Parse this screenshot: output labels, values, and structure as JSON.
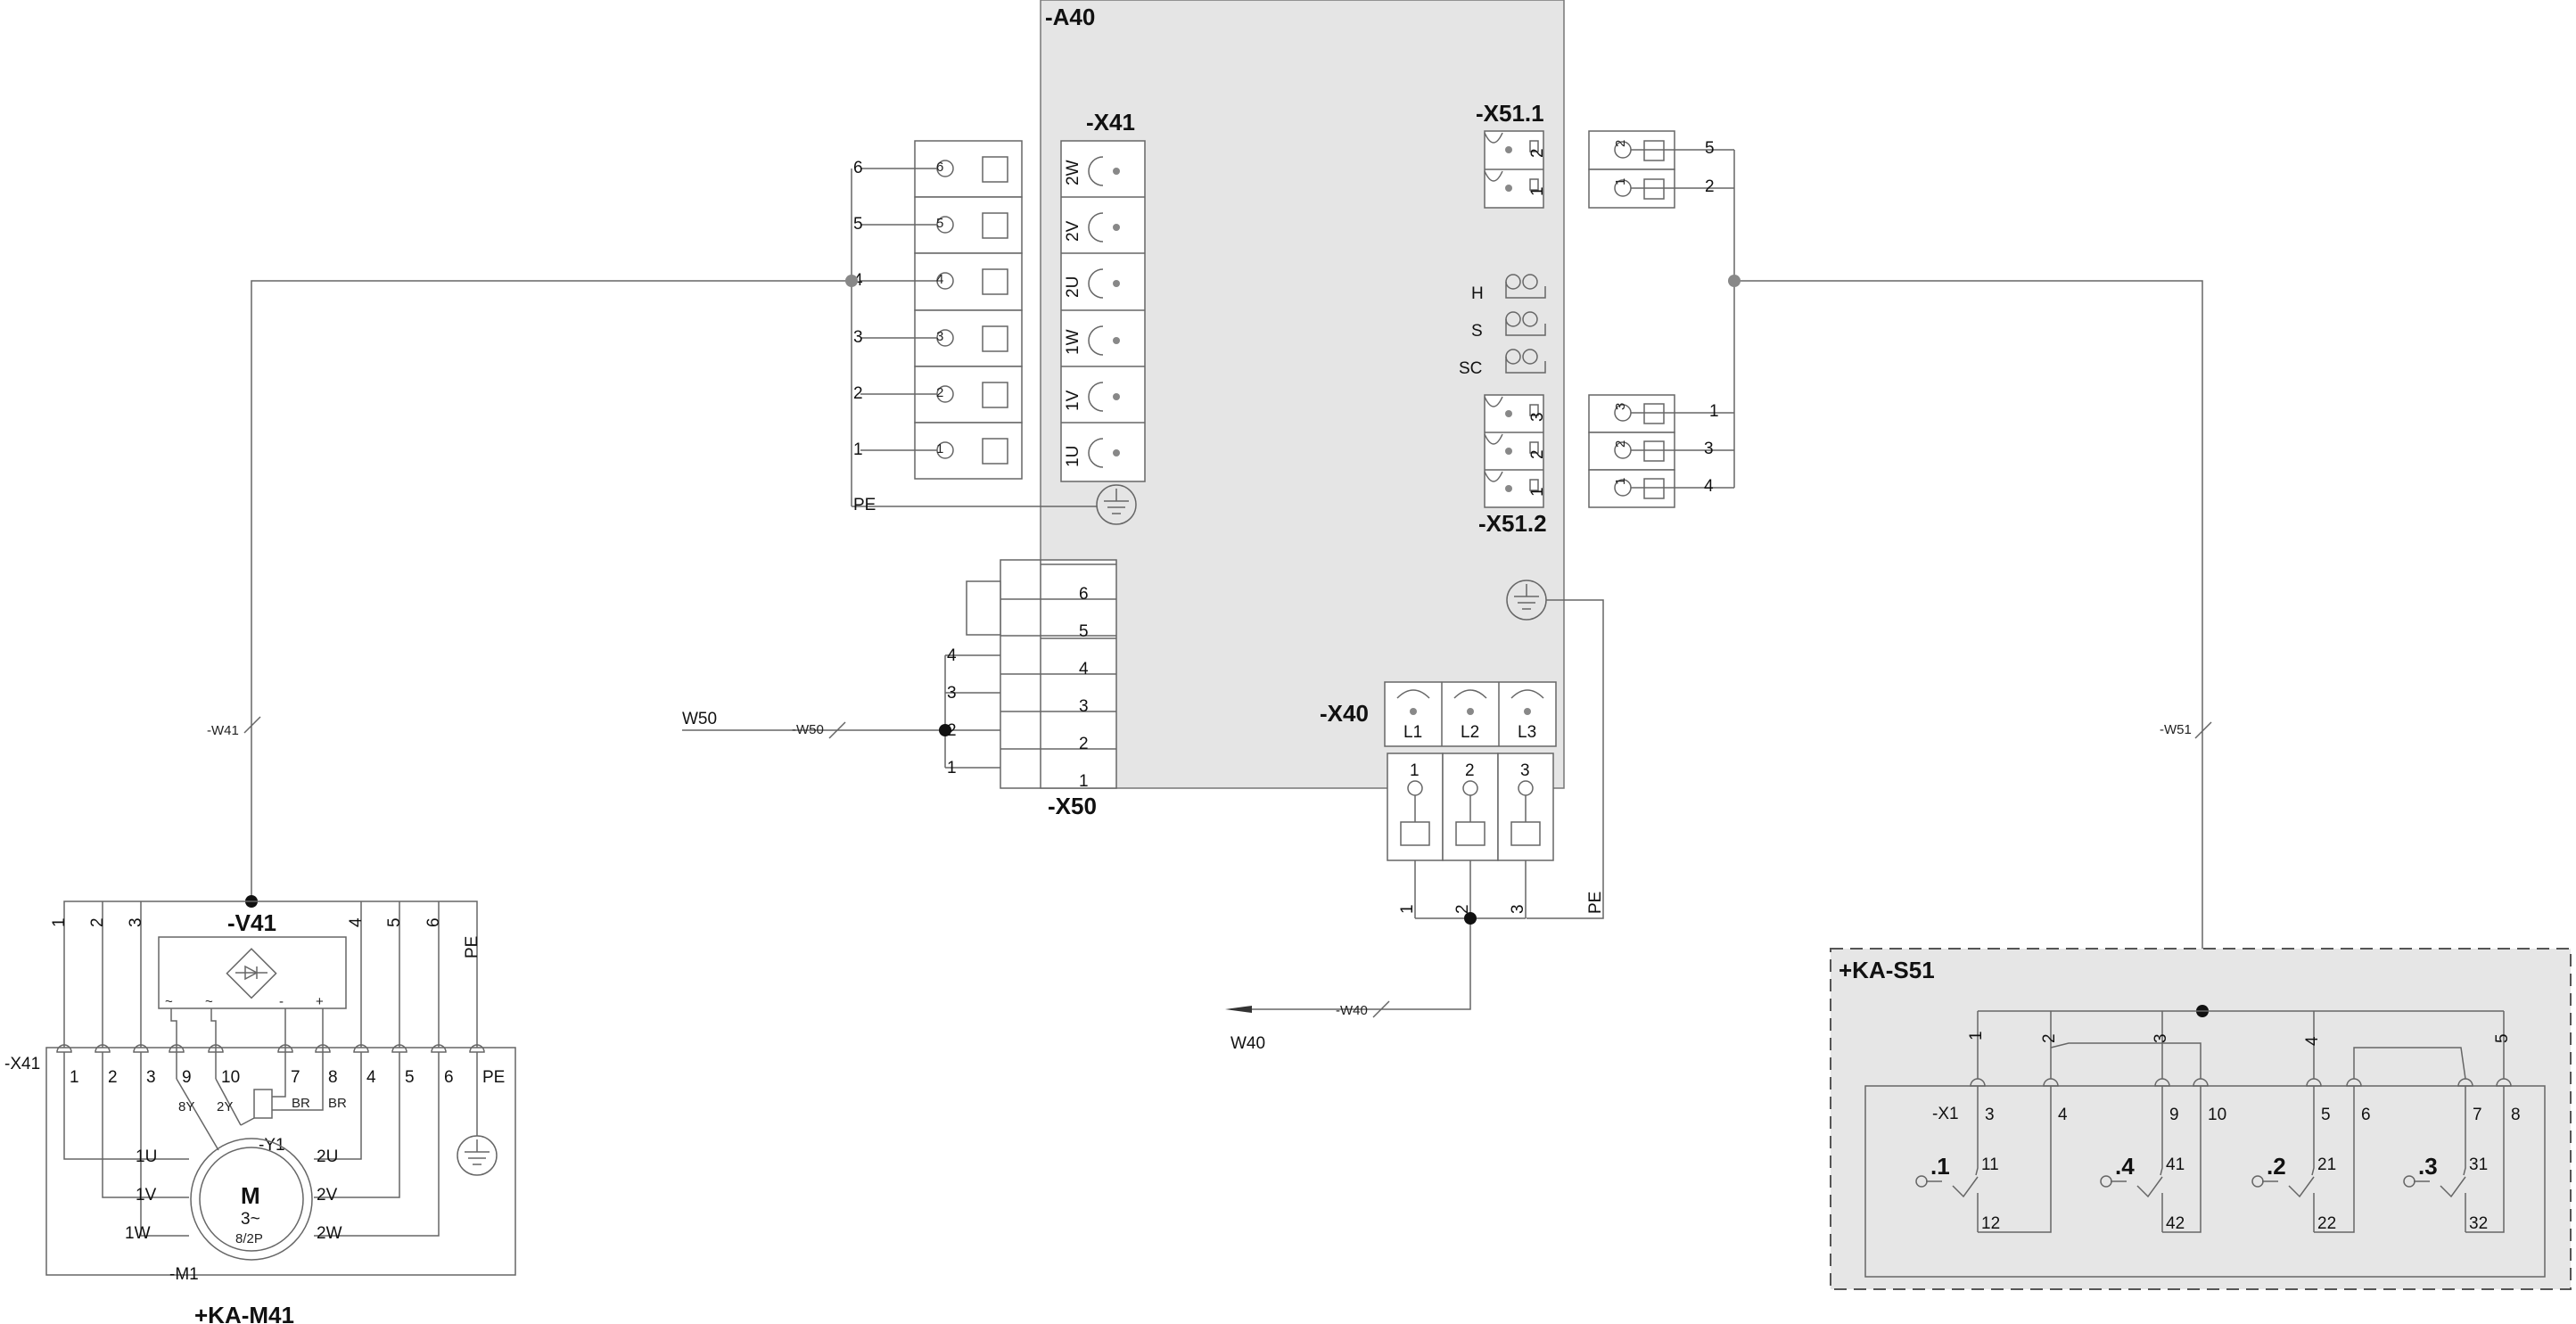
{
  "titles": {
    "a40": "-A40",
    "x41": "-X41",
    "x51_1": "-X51.1",
    "x51_2": "-X51.2",
    "x40": "-X40",
    "x50": "-X50",
    "v41": "-V41",
    "ka_s51": "+KA-S51",
    "ka_m41": "+KA-M41"
  },
  "cables": {
    "w41": "-W41",
    "w50": "W50",
    "w50_tag": "-W50",
    "w51": "-W51",
    "w40": "W40",
    "w40_tag": "-W40"
  },
  "x41_terminal": {
    "inner_labels": [
      "2W",
      "2V",
      "2U",
      "1W",
      "1V",
      "1U"
    ],
    "row_numbers": [
      "6",
      "5",
      "4",
      "3",
      "2",
      "1"
    ],
    "pe": "PE"
  },
  "x51_1": {
    "pins": [
      "2",
      "1"
    ],
    "wires": [
      "5",
      "2"
    ]
  },
  "x51_2": {
    "pins": [
      "3",
      "2",
      "1"
    ],
    "wires": [
      "1",
      "3",
      "4"
    ]
  },
  "leds": [
    "H",
    "S",
    "SC"
  ],
  "x50": {
    "pins": [
      "6",
      "5",
      "4",
      "3",
      "2",
      "1"
    ],
    "wires": [
      "4",
      "3",
      "2",
      "1"
    ]
  },
  "x40": {
    "phases": [
      "L1",
      "L2",
      "L3"
    ],
    "pins": [
      "1",
      "2",
      "3"
    ],
    "wires": [
      "1",
      "2",
      "3",
      "PE"
    ]
  },
  "motor": {
    "top_wires": [
      "1",
      "2",
      "3",
      "4",
      "5",
      "6",
      "PE"
    ],
    "terminal_label": "-X41",
    "terminal_pins": [
      "1",
      "2",
      "3",
      "9",
      "10",
      "7",
      "8",
      "4",
      "5",
      "6",
      "PE"
    ],
    "brake_labels": [
      "8Y",
      "2Y",
      "BR",
      "BR"
    ],
    "rectifier_marks": [
      "~",
      "~",
      "-",
      "+"
    ],
    "brake_name": "-Y1",
    "windings_left": [
      "1U",
      "1V",
      "1W"
    ],
    "windings_right": [
      "2U",
      "2V",
      "2W"
    ],
    "motor_letter": "M",
    "motor_phase": "3~",
    "motor_poles": "8/2P",
    "motor_name": "-M1"
  },
  "ka_s51": {
    "top_wires": [
      "1",
      "2",
      "3",
      "4",
      "5"
    ],
    "terminal_label": "-X1",
    "terminal_pins": [
      "3",
      "4",
      "9",
      "10",
      "5",
      "6",
      "7",
      "8"
    ],
    "switches": [
      {
        "name": ".1",
        "top": "11",
        "bottom": "12"
      },
      {
        "name": ".4",
        "top": "41",
        "bottom": "42"
      },
      {
        "name": ".2",
        "top": "21",
        "bottom": "22"
      },
      {
        "name": ".3",
        "top": "31",
        "bottom": "32"
      }
    ]
  }
}
